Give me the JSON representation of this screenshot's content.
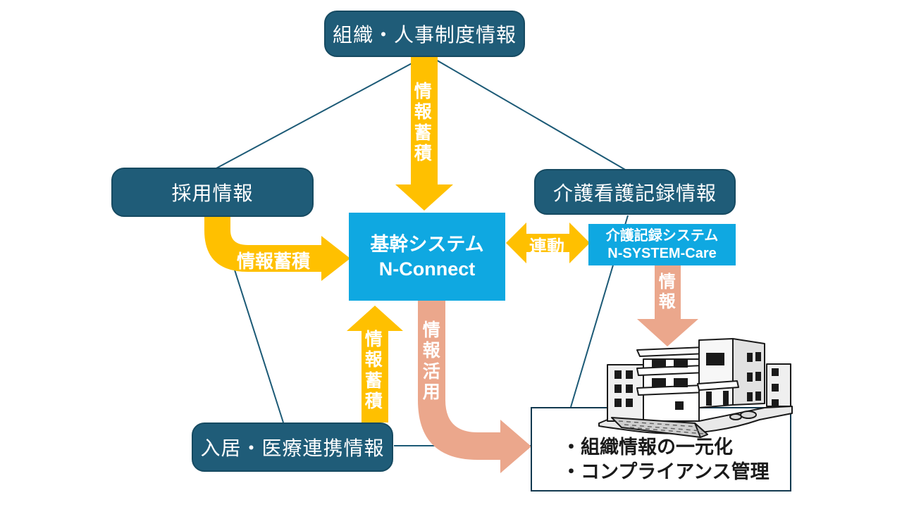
{
  "nodes": {
    "org": {
      "label": "組織・人事制度情報"
    },
    "recruit": {
      "label": "採用情報"
    },
    "care_record": {
      "label": "介護看護記録情報"
    },
    "core_system": {
      "line1": "基幹システム",
      "line2": "N-Connect"
    },
    "care_system": {
      "line1": "介護記録システム",
      "line2": "N-SYSTEM-Care"
    },
    "residence": {
      "label": "入居・医療連携情報"
    },
    "outcome": {
      "bullets": [
        "・組織情報の一元化",
        "・コンプライアンス管理"
      ]
    }
  },
  "arrows": {
    "top_store": {
      "label": "情報蓄積",
      "direction": "down"
    },
    "left_store": {
      "label": "情報蓄積",
      "direction": "right"
    },
    "sync": {
      "label": "連動",
      "direction": "both"
    },
    "bottom_store": {
      "label": "情報蓄積",
      "direction": "up"
    },
    "utilize": {
      "label": "情報活用",
      "direction": "down-right"
    },
    "info": {
      "label": "情報",
      "direction": "down"
    }
  },
  "icons": {
    "building": "care-facility-building-illustration"
  },
  "colors": {
    "dark_teal": "#1F5C78",
    "light_blue": "#0FA8E1",
    "yellow": "#FFC000",
    "salmon": "#EBA78C",
    "connector_line": "#1C5A76",
    "outcome_border": "#12394F",
    "text_light": "#FFFFFF",
    "text_dark": "#1A1A1A"
  }
}
